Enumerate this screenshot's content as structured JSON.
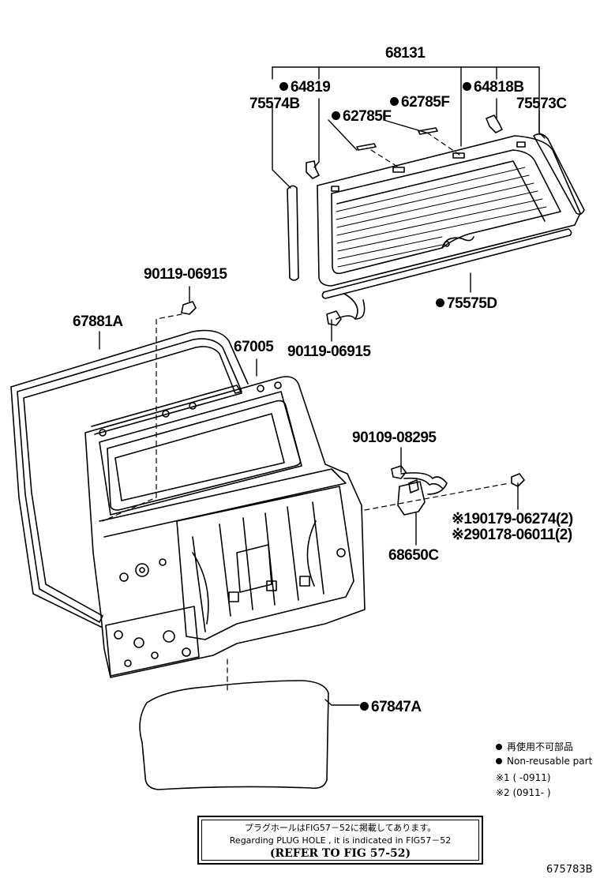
{
  "parts": {
    "p68131": "68131",
    "p64819": "64819",
    "p64818b": "64818B",
    "p75574b": "75574B",
    "p75573c": "75573C",
    "p62785f_a": "62785F",
    "p62785f_b": "62785F",
    "p75575d": "75575D",
    "p90119_top": "90119-06915",
    "p90119_mid": "90119-06915",
    "p67881a": "67881A",
    "p67005": "67005",
    "p90109": "90109-08295",
    "p90179": "※190179-06274(2)",
    "p90178": "※290178-06011(2)",
    "p68650c": "68650C",
    "p67847a": "67847A"
  },
  "legend": {
    "jp": "再使用不可部品",
    "en": "Non-reusable part",
    "note1": "※1 (      -0911)",
    "note2": "※2 (0911-      )"
  },
  "note": {
    "jp": "プラグホールはFIG57－52に掲載してあります。",
    "en": "Regarding PLUG HOLE , it is indicated in FIG57－52",
    "refer": "(REFER TO FIG 57-52)"
  },
  "figure_id": "675783B",
  "non_reusable": [
    "64819",
    "64818B",
    "62785F",
    "75575D",
    "67847A"
  ]
}
